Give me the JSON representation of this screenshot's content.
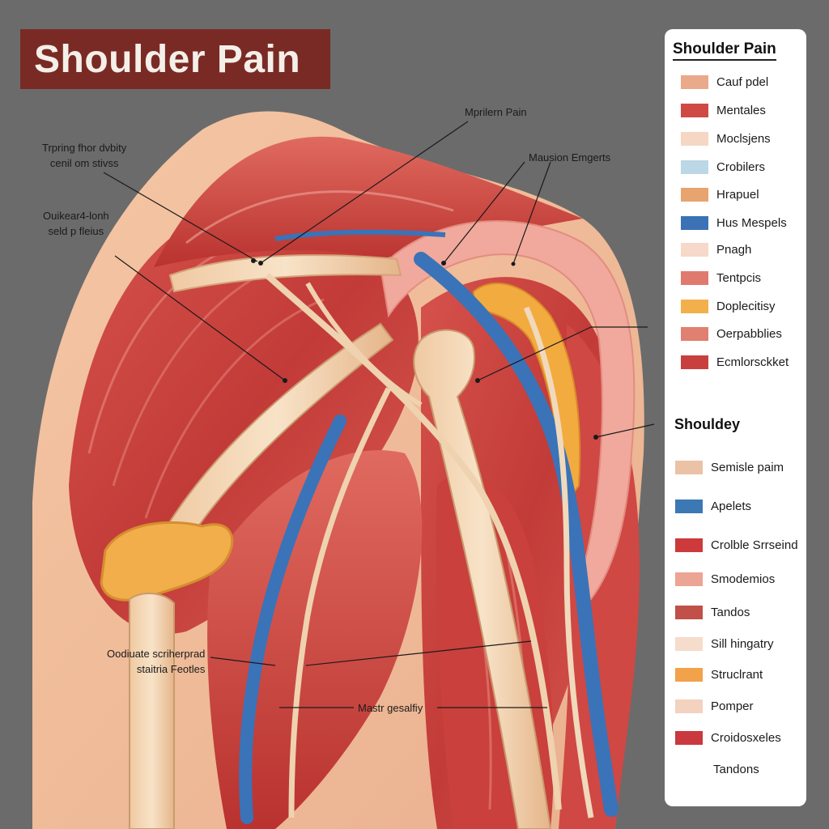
{
  "title": "Shoulder Pain",
  "callouts": [
    {
      "id": "top",
      "lines": [
        "Mprilern Pain"
      ]
    },
    {
      "id": "upper-right",
      "lines": [
        "Mausion Emgerts"
      ]
    },
    {
      "id": "left-1",
      "lines": [
        "Trpring fhor dvbity",
        "cenil om stivss"
      ]
    },
    {
      "id": "left-2",
      "lines": [
        "Ouikear4-lonh",
        "seld p fleius"
      ]
    },
    {
      "id": "lower-left",
      "lines": [
        "Oodiuate scriherprad",
        "staitria Feotles"
      ]
    },
    {
      "id": "bottom",
      "lines": [
        "Mastr gesalfiy"
      ]
    }
  ],
  "legend": {
    "title": "Shoulder Pain",
    "items": [
      {
        "label": "Cauf pdel",
        "color": "#eaa98a"
      },
      {
        "label": "Mentales",
        "color": "#cf4a45"
      },
      {
        "label": "Moclsjens",
        "color": "#f5d7c4"
      },
      {
        "label": "Crobilers",
        "color": "#bcd7e6"
      },
      {
        "label": "Hrapuel",
        "color": "#e8a46e"
      },
      {
        "label": "Hus Mespels",
        "color": "#3a72b5"
      },
      {
        "label": "Pnagh",
        "color": "#f6d9c8"
      },
      {
        "label": "Tentpcis",
        "color": "#e07a6f"
      },
      {
        "label": "Doplecitisy",
        "color": "#f2b04c"
      },
      {
        "label": "Oerpabblies",
        "color": "#e08070"
      },
      {
        "label": "Ecmlorsckket",
        "color": "#c8403e"
      }
    ],
    "subtitle": "Shouldey",
    "items2": [
      {
        "label": "Semisle paim",
        "color": "#ebc2a6"
      },
      {
        "label": "Apelets",
        "color": "#3c78b3"
      },
      {
        "label": "Crolble Srrseind",
        "color": "#cc3a3b"
      },
      {
        "label": "Smodemios",
        "color": "#eca494"
      },
      {
        "label": "Tandos",
        "color": "#c05048"
      },
      {
        "label": "Sill hingatry",
        "color": "#f6dccb"
      },
      {
        "label": "Struclrant",
        "color": "#f2a24a"
      },
      {
        "label": "Pomper",
        "color": "#f3d2bf"
      },
      {
        "label": "Croidosxeles",
        "color": "#c9393d"
      }
    ],
    "footer": "Tandons"
  }
}
